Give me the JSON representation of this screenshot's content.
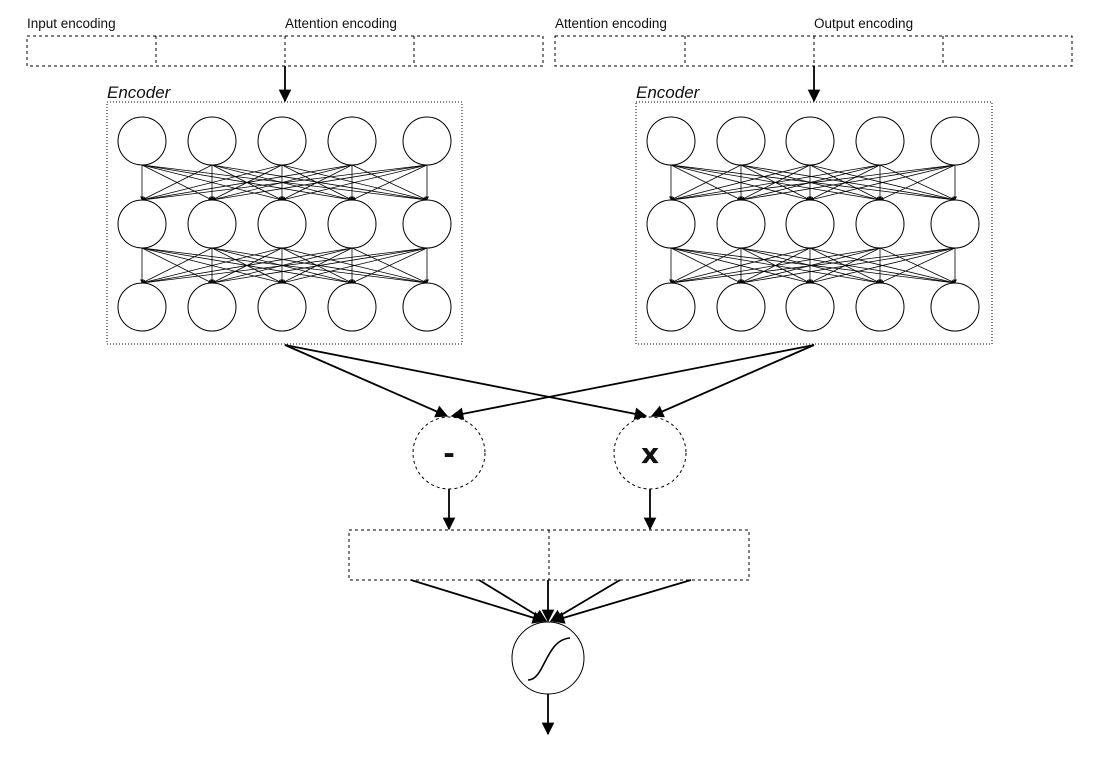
{
  "inputs": {
    "left": {
      "label_a": "Input encoding",
      "label_b": "Attention encoding"
    },
    "right": {
      "label_a": "Attention encoding",
      "label_b": "Output encoding"
    }
  },
  "encoders": {
    "left": {
      "title": "Encoder"
    },
    "right": {
      "title": "Encoder"
    }
  },
  "network": {
    "layers": 3,
    "neurons_per_layer": 5
  },
  "operations": {
    "subtract": "-",
    "multiply": "x"
  },
  "activation": {
    "icon": "sigmoid-icon"
  }
}
